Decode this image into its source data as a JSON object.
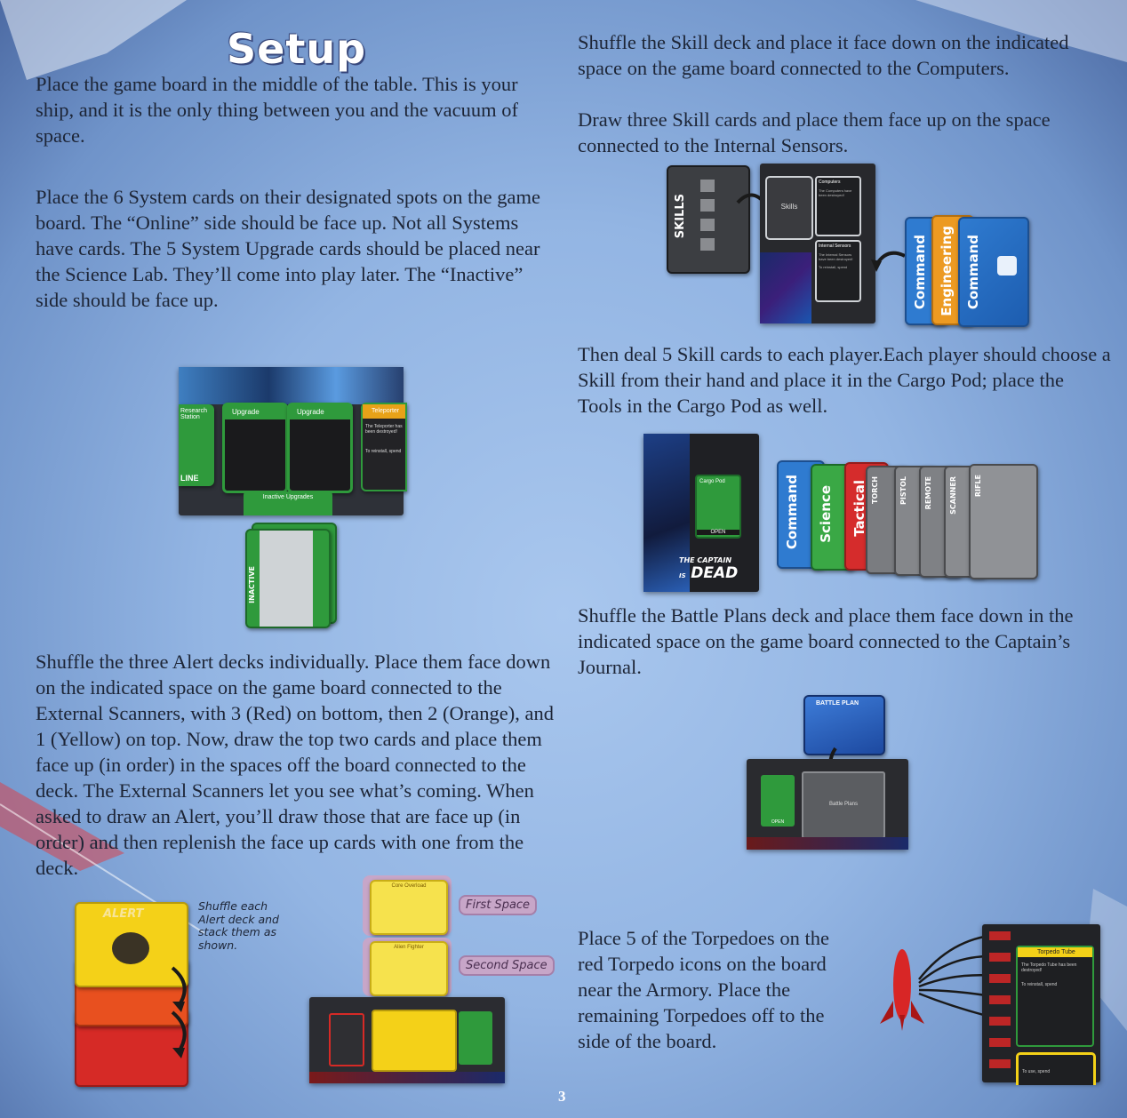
{
  "title": "Setup",
  "paragraphs": {
    "p1": "Place the game board in the middle of the table. This is your ship, and it is the only thing between you and the vacuum of space.",
    "p2": "Place the 6 System cards on their designated spots on the game board. The “Online” side should be face up. Not all Systems have cards. The 5 System Upgrade cards should be placed near the Science Lab. They’ll come into play later. The “Inactive” side should be face up.",
    "p3": "Shuffle the three Alert decks individually. Place them face down on the indicated space on the game board connected to the External Scanners, with 3 (Red) on bottom, then 2 (Orange), and 1 (Yellow) on top. Now, draw the top two cards and place them face up (in order) in the spaces off the board connected to the deck. The External Scanners let you see what’s coming. When asked to draw an Alert, you’ll draw those that are face up (in order) and then replenish the face up cards with one from the deck.",
    "p4a": "Shuffle the Skill deck and place it face down on the indicated space on the game board connected to the Computers.",
    "p4b": "Draw three Skill cards and place them face up on the space connected to the Internal Sensors.",
    "p5": "Then deal 5 Skill cards to each player.Each player should choose a Skill from their hand and place it in the Cargo Pod; place the Tools in the Cargo Pod as well.",
    "p6": "Shuffle the Battle Plans deck and place them face down in the indicated space on the game board connected to the Captain’s Journal.",
    "p7": "Place 5 of the Torpedoes on the red Torpedo icons on the board near the Armory. Place the remaining Torpedoes off to the side of the board."
  },
  "figures": {
    "systems": {
      "card_labels": [
        "Research Station",
        "Upgrade",
        "Upgrade",
        "Teleporter",
        "LINE",
        "Inactive Upgrades",
        "INACTIVE"
      ],
      "teleporter_text": "The Teleporter has been destroyed!",
      "reinstall": "To reinstall, spend"
    },
    "skills": {
      "deck_label": "SKILLS",
      "slot_label": "Skills",
      "computers_label": "Computers",
      "computers_text": "The Computers have been destroyed!",
      "sensors_label": "Internal Sensors",
      "sensors_text": "The Internal Sensors have been destroyed!",
      "reinstall": "To reinstall, spend",
      "cards": [
        "Command",
        "Engineering",
        "Command"
      ]
    },
    "cargo": {
      "pod_label": "Cargo Pod",
      "open": "OPEN",
      "logo_line1": "THE CAPTAIN",
      "logo_line2": "DEAD",
      "logo_small": "IS",
      "cards": [
        "Command",
        "Science",
        "Tactical",
        "TORCH",
        "PISTOL",
        "REMOTE",
        "SCANNER",
        "RIFLE"
      ]
    },
    "battle": {
      "deck_label": "BATTLE PLAN",
      "slot_label": "Battle Plans",
      "open": "OPEN"
    },
    "alert": {
      "deck_label": "ALERT",
      "note": "Shuffle each Alert deck and stack them as shown.",
      "first_space": "First Space",
      "second_space": "Second Space",
      "card1_title": "Core Overload",
      "card2_title": "Alien Fighter"
    },
    "torpedo": {
      "tube_label": "Torpedo Tube",
      "tube_text": "The Torpedo Tube has been destroyed!",
      "reinstall": "To reinstall, spend",
      "use": "To use, spend"
    }
  },
  "page_number": "3"
}
